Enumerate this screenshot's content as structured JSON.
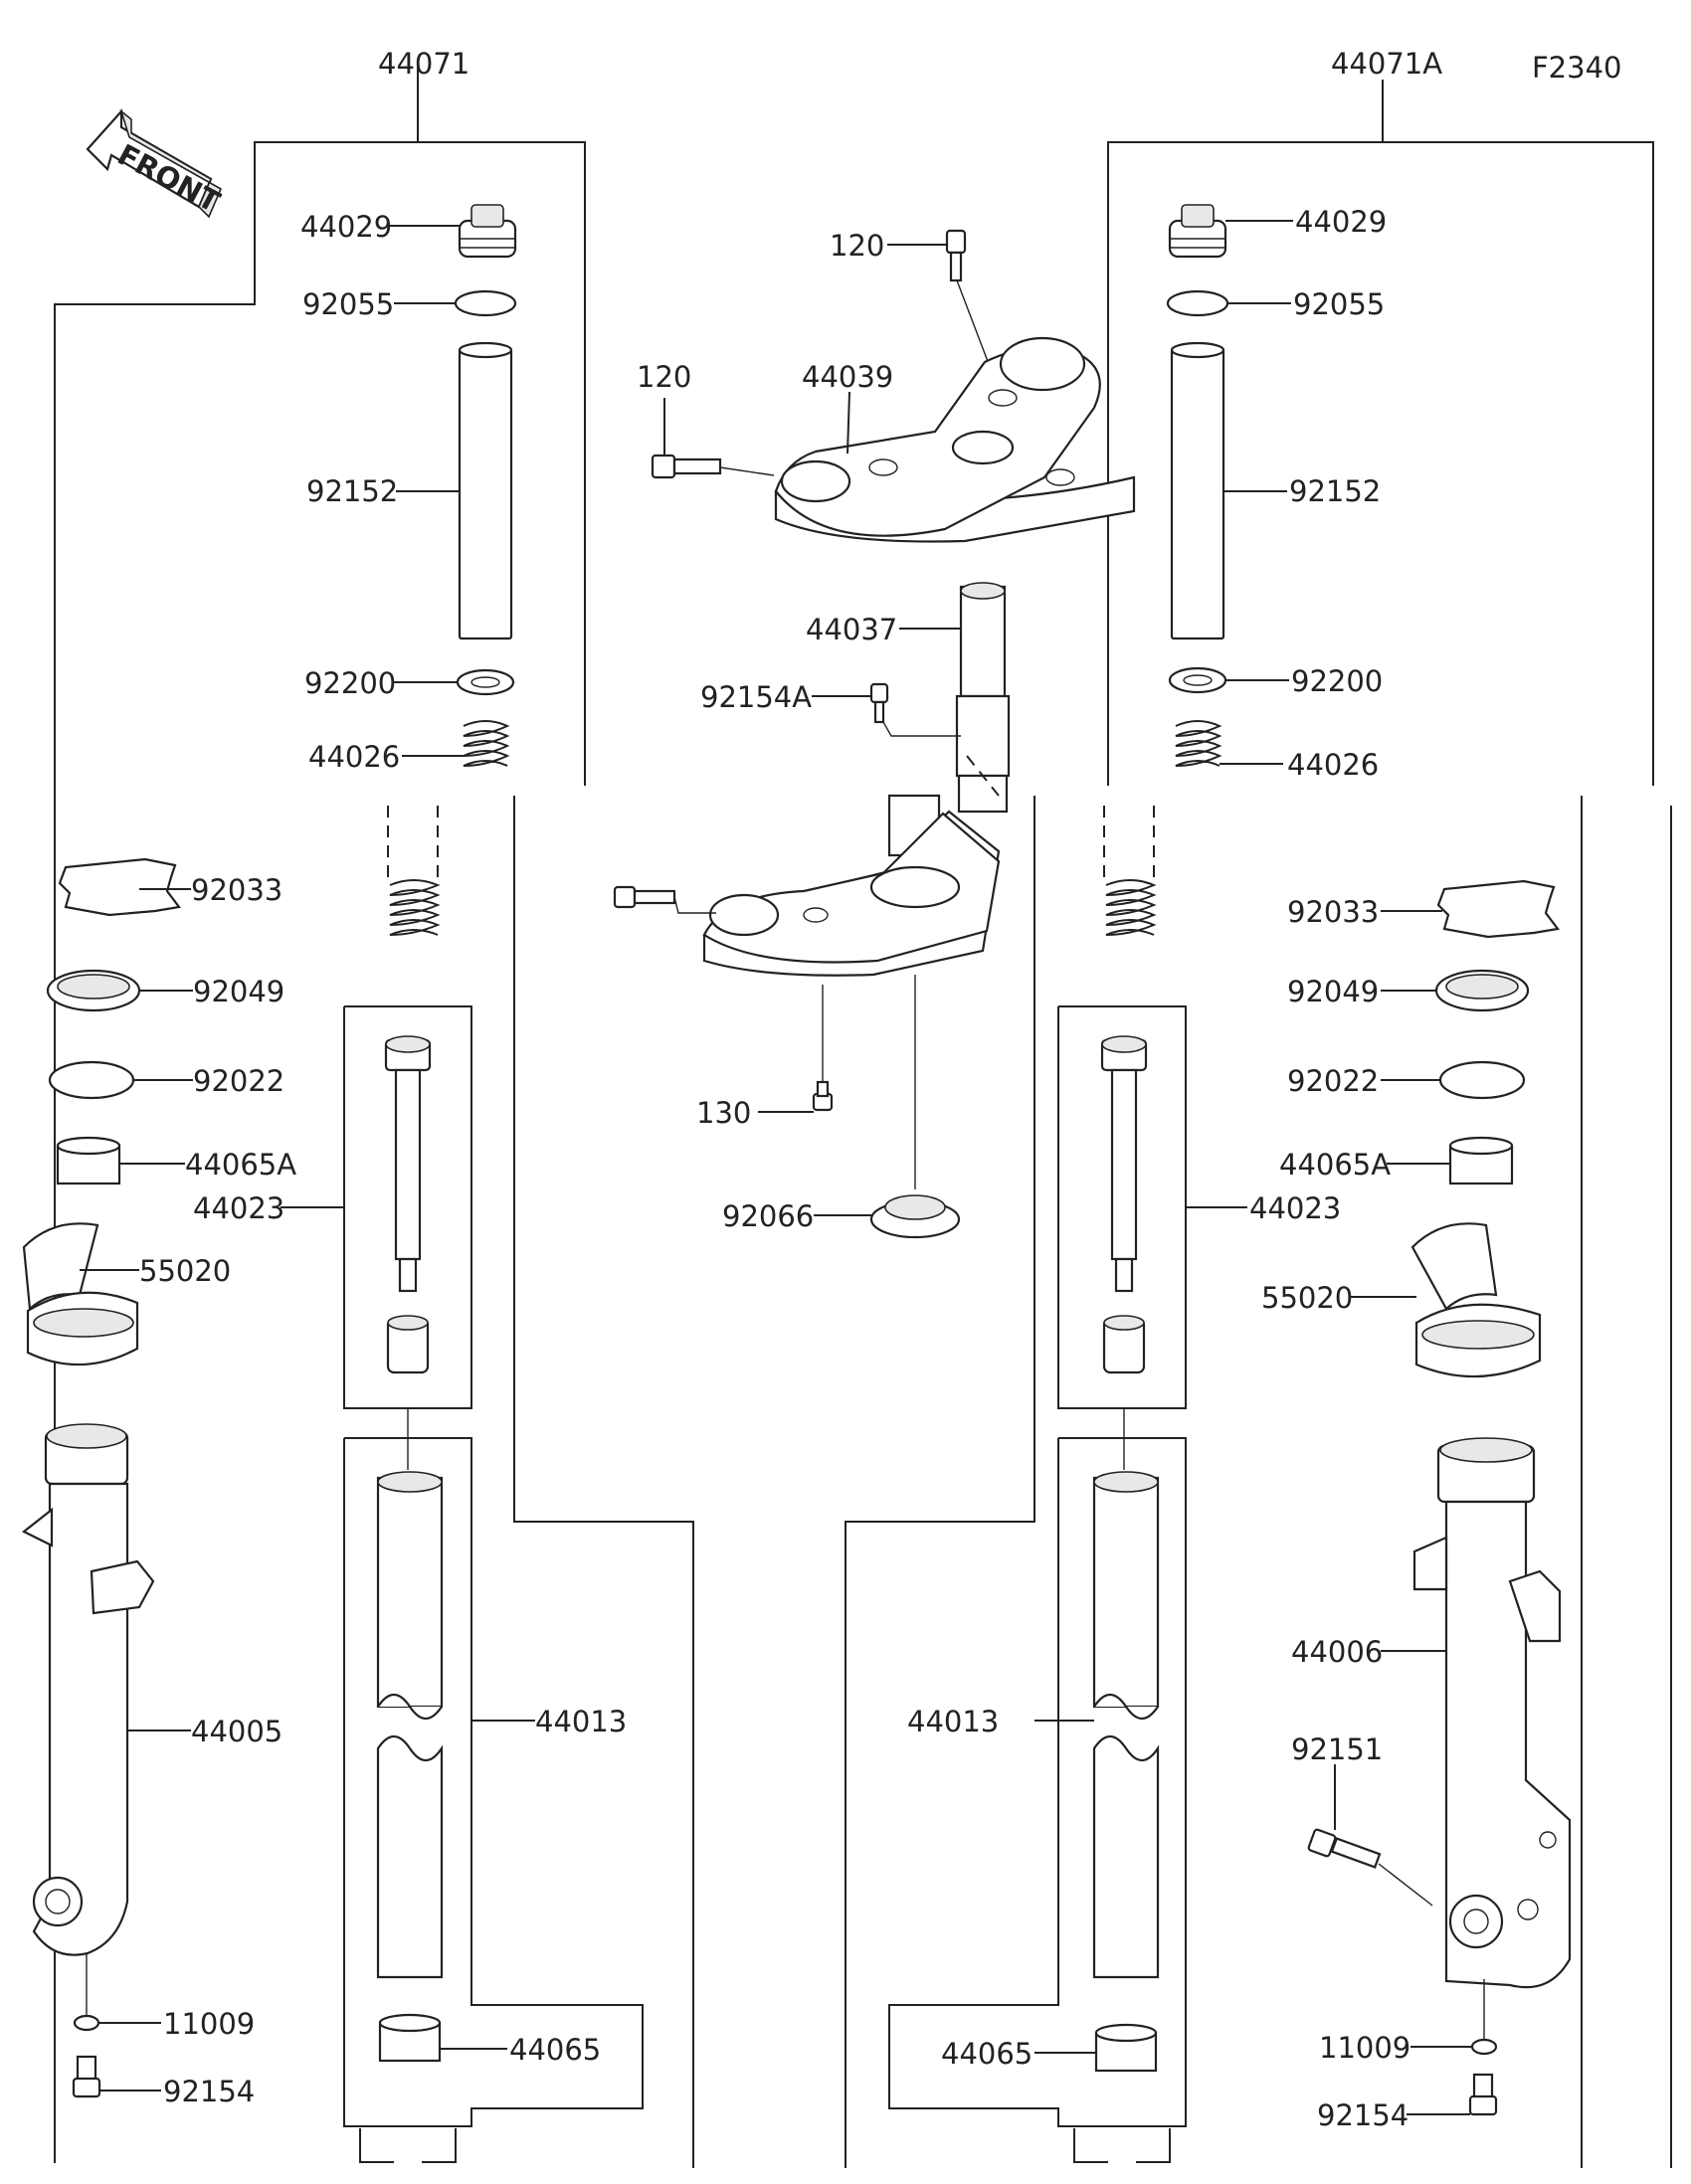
{
  "diagram": {
    "figure_code": "F2340",
    "direction_label": "FRONT",
    "left_fork": {
      "assembly": "44071",
      "parts": {
        "p44029": "44029",
        "p92055": "92055",
        "p92152": "92152",
        "p92200": "92200",
        "p44026": "44026",
        "p92033": "92033",
        "p92049": "92049",
        "p92022": "92022",
        "p44065A": "44065A",
        "p44023": "44023",
        "p55020": "55020",
        "p44005": "44005",
        "p44013": "44013",
        "p11009": "11009",
        "p92154": "92154",
        "p44065": "44065"
      }
    },
    "right_fork": {
      "assembly": "44071A",
      "parts": {
        "p44029": "44029",
        "p92055": "92055",
        "p92152": "92152",
        "p92200": "92200",
        "p44026": "44026",
        "p92033": "92033",
        "p92049": "92049",
        "p92022": "92022",
        "p44065A": "44065A",
        "p44023": "44023",
        "p55020": "55020",
        "p44006": "44006",
        "p92151": "92151",
        "p44013": "44013",
        "p11009": "11009",
        "p92154": "92154",
        "p44065": "44065"
      }
    },
    "steering": {
      "p120a": "120",
      "p120b": "120",
      "p44039": "44039",
      "p44037": "44037",
      "p92154A": "92154A",
      "p130": "130",
      "p92066": "92066"
    }
  }
}
